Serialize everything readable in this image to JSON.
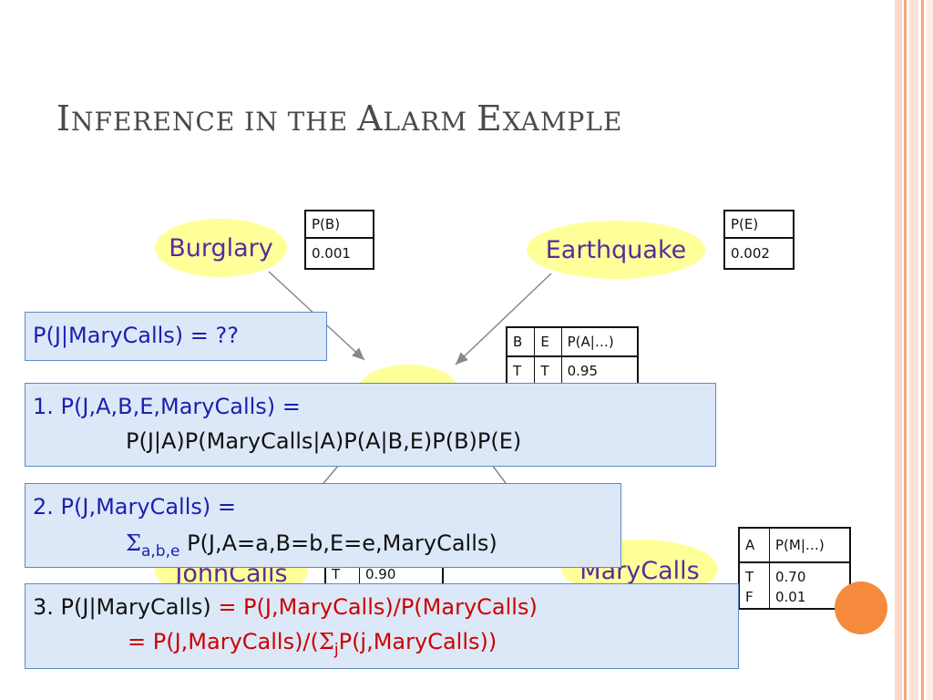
{
  "slide": {
    "title_initial_1": "I",
    "title_rest_1": "NFERENCE IN THE ",
    "title_initial_2": "A",
    "title_rest_2": "LARM ",
    "title_initial_3": "E",
    "title_rest_3": "XAMPLE"
  },
  "nodes": {
    "burglary": "Burglary",
    "earthquake": "Earthquake",
    "john": "JohnCalls",
    "mary": "MaryCalls"
  },
  "cpt_b": {
    "header": "P(B)",
    "value": "0.001"
  },
  "cpt_e": {
    "header": "P(E)",
    "value": "0.002"
  },
  "cpt_a": {
    "h1": "B",
    "h2": "E",
    "h3": "P(A|…)",
    "r1c1": "T",
    "r1c2": "T",
    "r1c3": "0.95"
  },
  "cpt_j": {
    "r1c1": "T",
    "r1c2": "0.90"
  },
  "cpt_m": {
    "h1": "A",
    "h2": "P(M|…)",
    "r1c1": "T",
    "r1c2": "0.70",
    "r2c1": "F",
    "r2c2": "0.01"
  },
  "query": "P(J|MaryCalls) = ??",
  "step1": {
    "line1": "1. P(J,A,B,E,MaryCalls) =",
    "line2": "P(J|A)P(MaryCalls|A)P(A|B,E)P(B)P(E)"
  },
  "step2": {
    "line1": "2. P(J,MaryCalls) =",
    "sigma": "Σ",
    "subscript": "a,b,e",
    "line2_rest": " P(J,A=a,B=b,E=e,MaryCalls)"
  },
  "step3": {
    "number": "3. ",
    "lhs": "P(J|MaryCalls)",
    "eq1": " = P(J,MaryCalls)/P(MaryCalls)",
    "eq2_start": "= P(J,MaryCalls)/(",
    "sigma": "Σ",
    "subscript": "j",
    "eq2_end": "P(j,MaryCalls))"
  },
  "colors": {
    "node_fill": "#ffff99",
    "node_text": "#5a2aa0",
    "box_fill": "#dce8f7",
    "box_border": "#5b8ac9",
    "box_text": "#1b1fb0",
    "highlight_red": "#cc0000",
    "accent_orange": "#f58a3c"
  }
}
